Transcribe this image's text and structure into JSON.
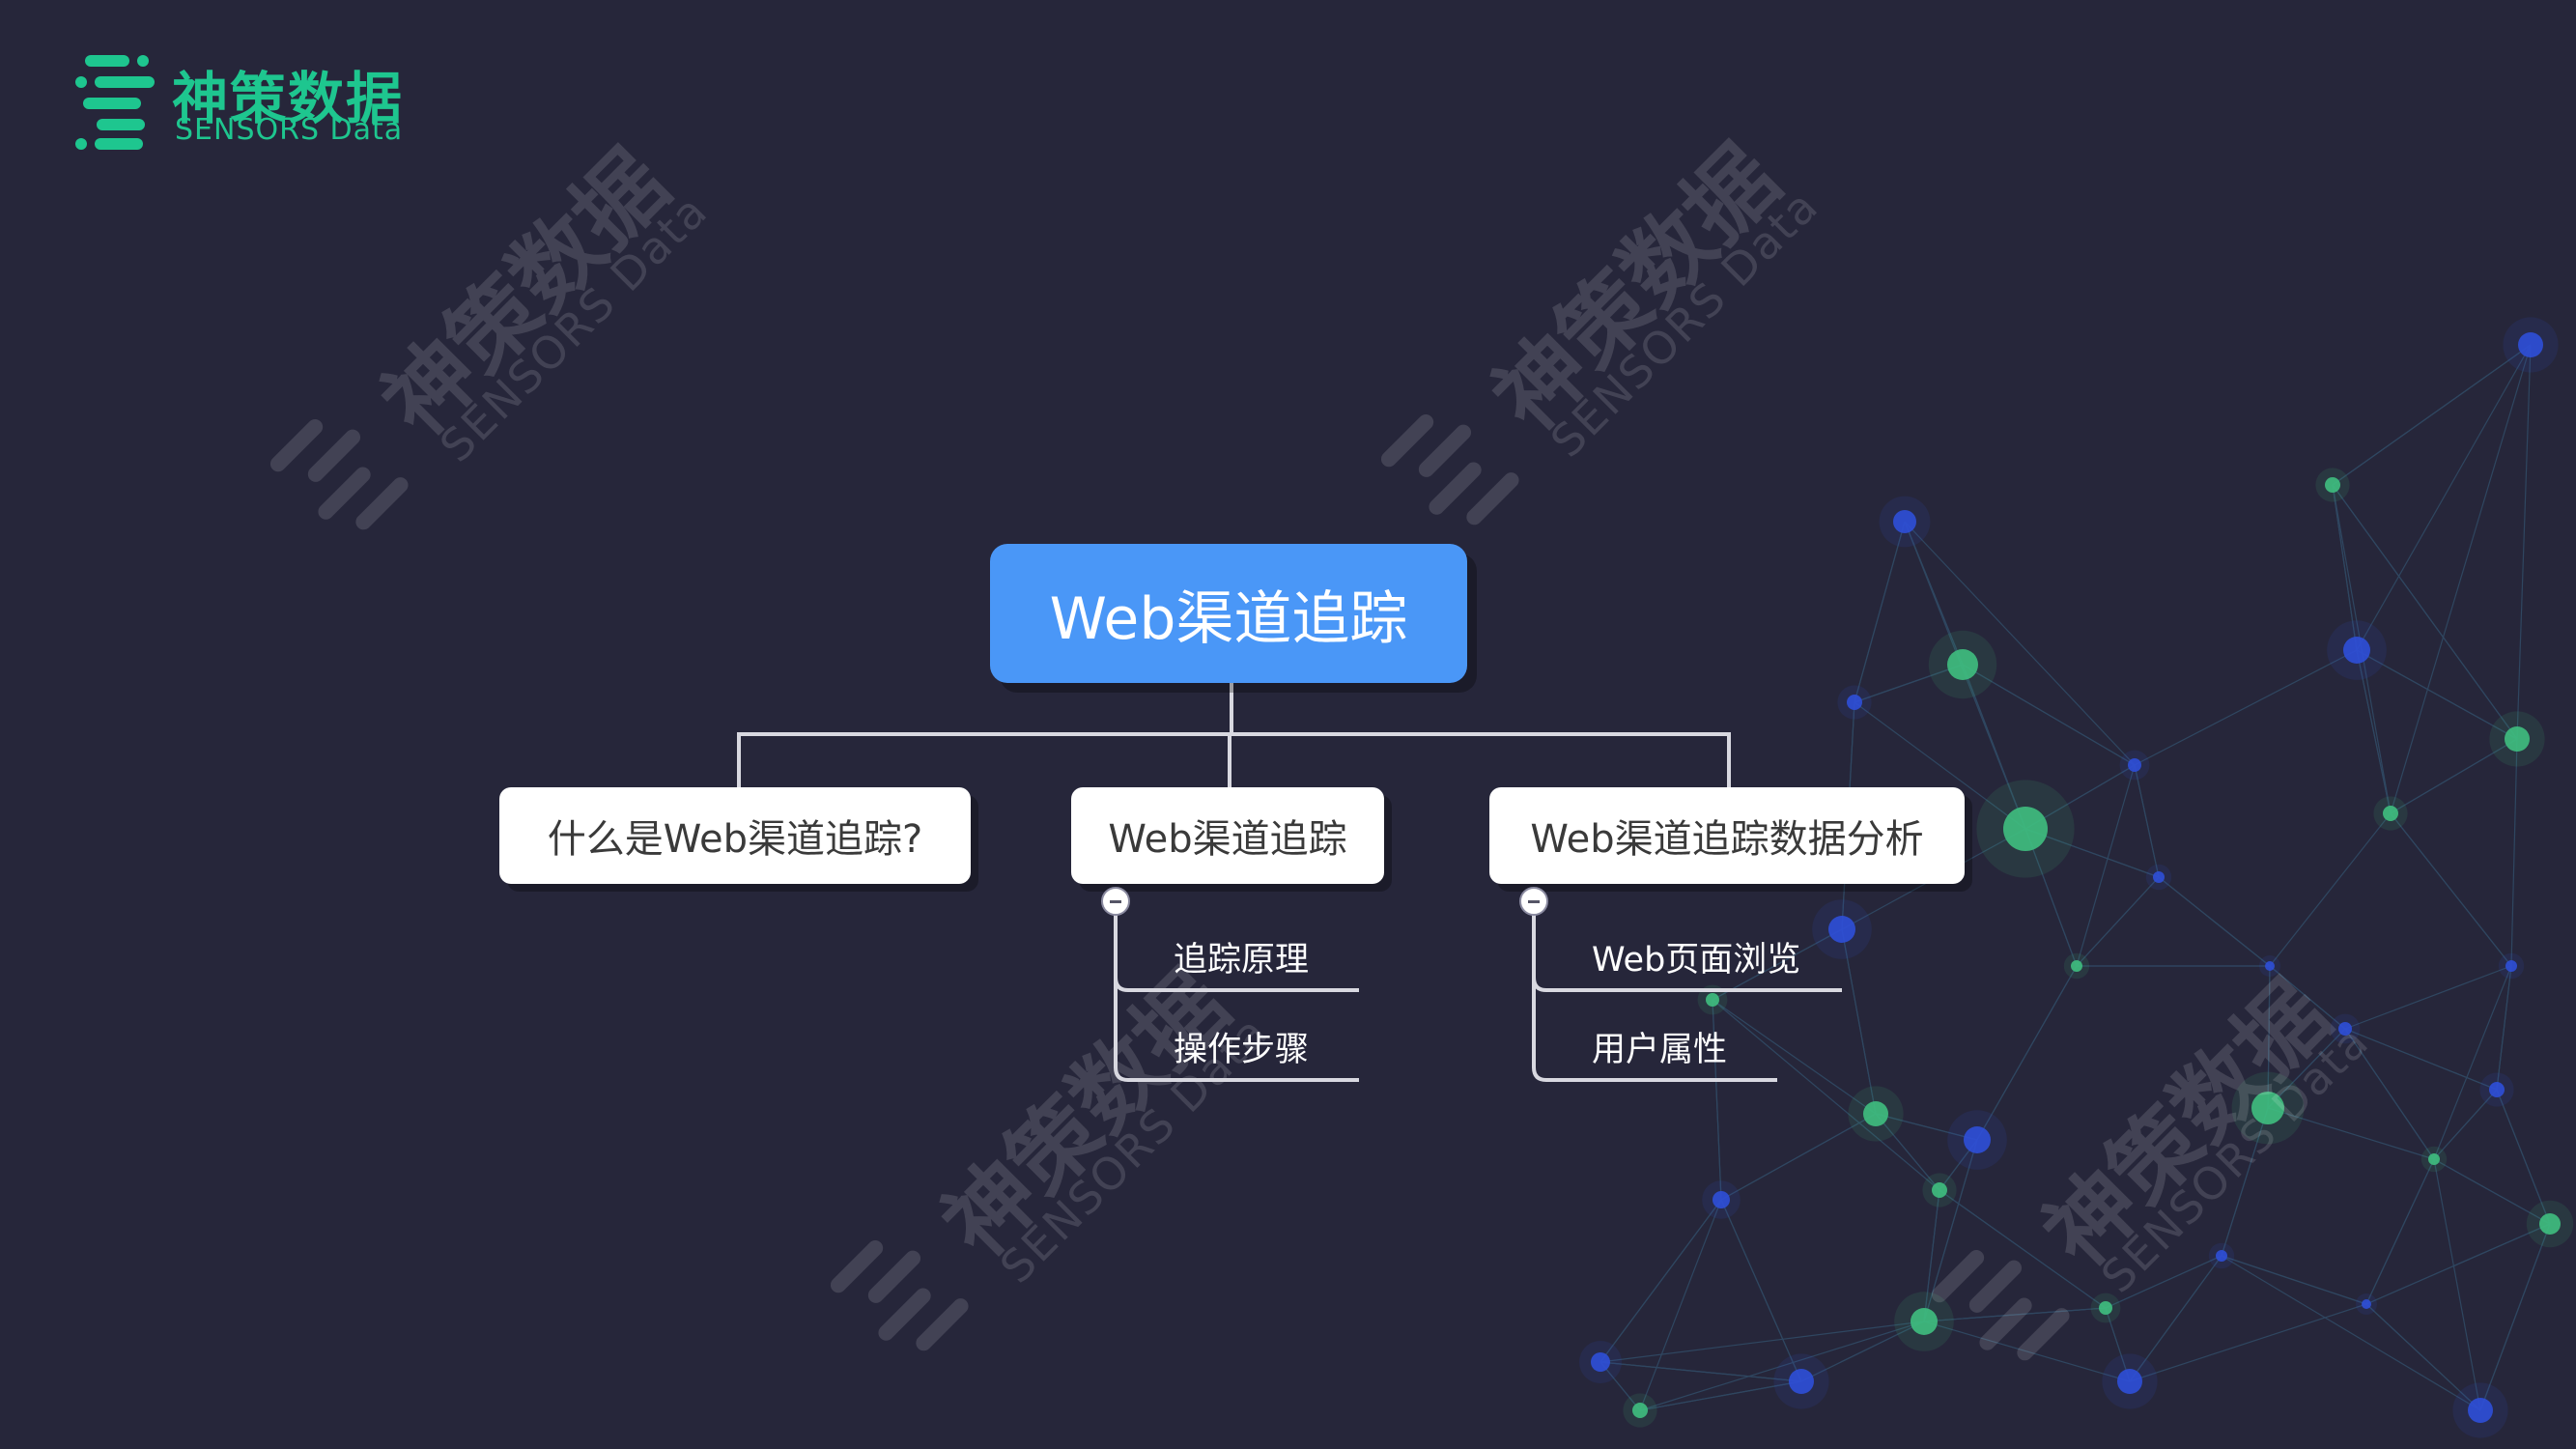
{
  "logo": {
    "name_cn": "神策数据",
    "name_en": "SENSORS Data"
  },
  "watermark": {
    "text_cn": "神策数据",
    "text_en": "SENSORS Data"
  },
  "mindmap": {
    "root": "Web渠道追踪",
    "children": [
      {
        "label": "什么是Web渠道追踪?",
        "leaves": []
      },
      {
        "label": "Web渠道追踪",
        "leaves": [
          "追踪原理",
          "操作步骤"
        ]
      },
      {
        "label": "Web渠道追踪数据分析",
        "leaves": [
          "Web页面浏览",
          "用户属性"
        ]
      }
    ]
  },
  "colors": {
    "background": "#26263a",
    "brand_green": "#1ec68f",
    "root_fill": "#4a97f7",
    "node_fill": "#ffffff",
    "connector": "#d8d8e0",
    "network_green": "#3fbf7f",
    "network_blue": "#2f4fd8"
  }
}
